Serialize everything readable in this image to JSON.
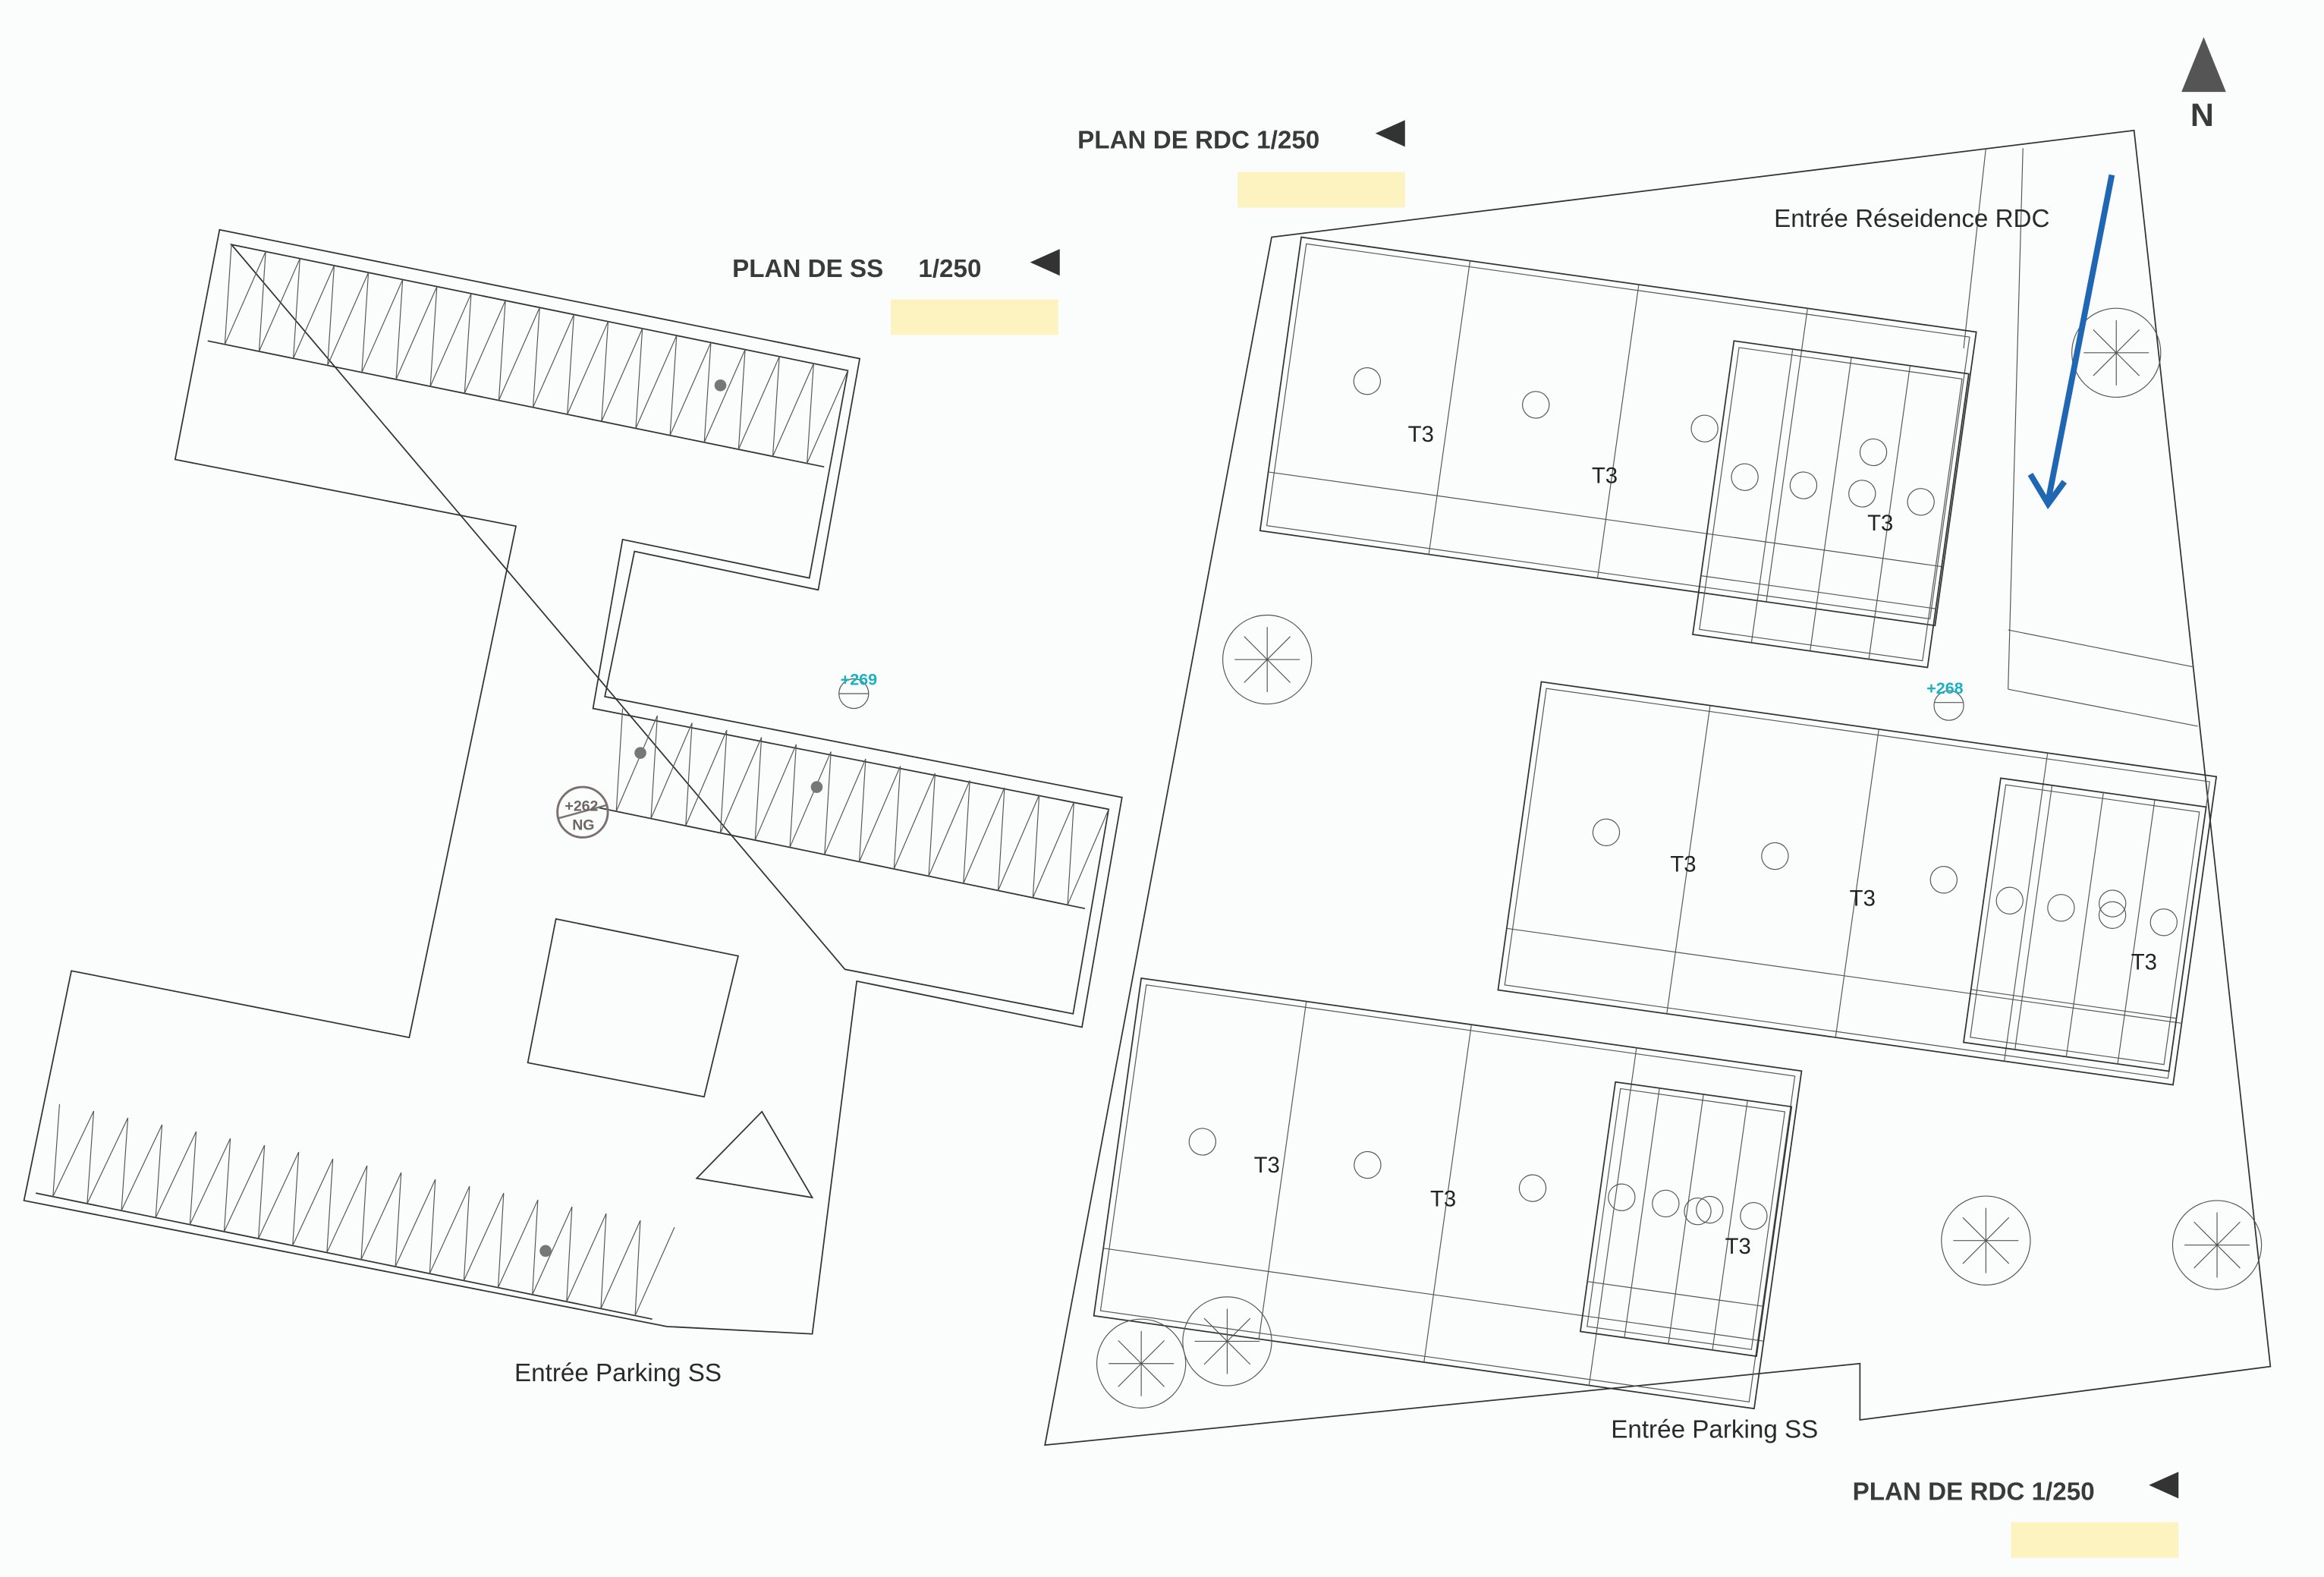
{
  "colors": {
    "highlight": "#fdf3c0",
    "arrow": "#1f66b3",
    "level": "#19b3c0",
    "line": "#333333"
  },
  "titles": {
    "rdc_top": "PLAN DE RDC  1/250",
    "ss": "PLAN DE SS     1/250",
    "rdc_bottom": "PLAN DE RDC  1/250"
  },
  "north": "N",
  "labels": {
    "entree_residence": "Entrée Réseidence RDC",
    "entree_parking_ss_left": "Entrée Parking SS",
    "entree_parking_ss_right": "Entrée Parking SS"
  },
  "levels": {
    "ss_level": "+269",
    "rdc_level": "+268",
    "ng_level": "+262",
    "ng_label": "NG"
  },
  "units": [
    "T3",
    "T3",
    "T3",
    "T3",
    "T3",
    "T3",
    "T3",
    "T3",
    "T3"
  ]
}
